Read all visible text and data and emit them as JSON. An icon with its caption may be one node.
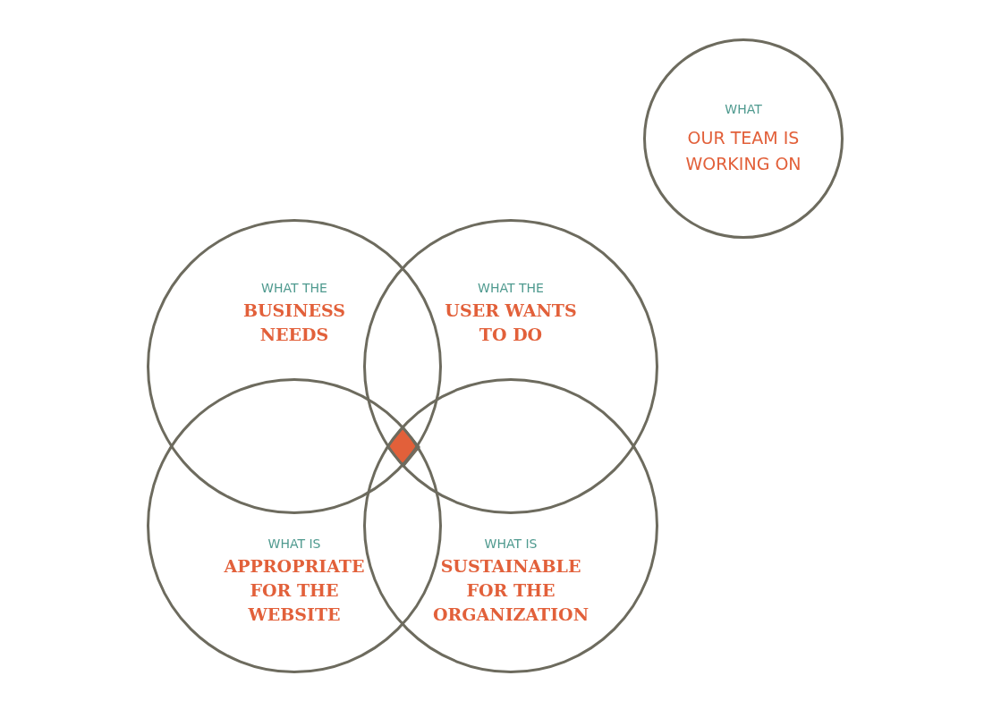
{
  "diagram": {
    "nodes": [
      {
        "text": [
          "WHAT",
          "OUR TEAM IS WORKING ON"
        ]
      },
      {
        "text": [
          "WHAT THE",
          "BUSINESS NEEDS"
        ]
      },
      {
        "text": [
          "WHAT THE",
          "USER WANTS TO DO"
        ]
      },
      {
        "text": [
          "WHAT IS",
          "APPROPRIATE FOR THE WEBSITE"
        ]
      },
      {
        "text": [
          "WHAT IS",
          "SUSTAINABLE FOR THE ORGANIZATION"
        ]
      },
      {
        "text": [],
        "shape": "diamond"
      }
    ]
  }
}
